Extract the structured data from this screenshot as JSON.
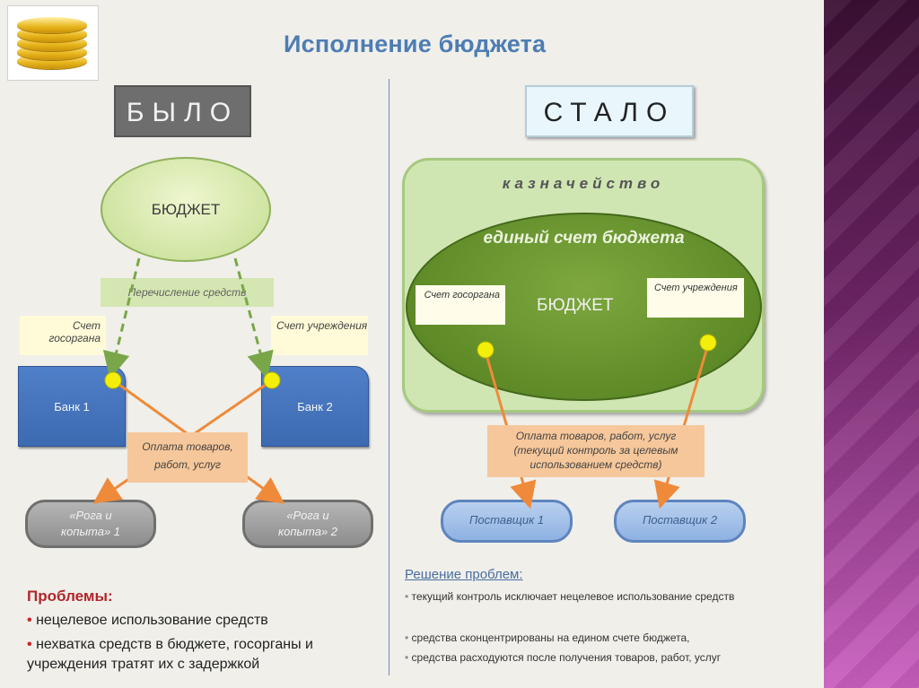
{
  "title": "Исполнение бюджета",
  "left": {
    "badge": "БЫЛО",
    "budget": "БЮДЖЕТ",
    "transfer": "Перечисление средств",
    "account_gov": "Счет госоргана",
    "account_inst": "Счет учреждения",
    "bank1": "Банк 1",
    "bank2": "Банк 2",
    "payment": "Оплата товаров, работ, услуг",
    "vendor1": "«Рога и копыта» 1",
    "vendor2": "«Рога и копыта» 2"
  },
  "right": {
    "badge": "СТАЛО",
    "treasury": "казначейство",
    "single_account": "единый счет бюджета",
    "budget": "БЮДЖЕТ",
    "account_gov": "Счет госоргана",
    "account_inst": "Счет учреждения",
    "payment": "Оплата товаров, работ, услуг (текущий контроль за целевым использованием средств)",
    "supplier1": "Поставщик 1",
    "supplier2": "Поставщик 2"
  },
  "problems": {
    "heading": "Проблемы:",
    "items": [
      "нецелевое использование средств",
      "нехватка средств в бюджете, госорганы и учреждения тратят их с задержкой"
    ]
  },
  "solutions": {
    "heading": "Решение проблем:",
    "items": [
      "текущий контроль исключает нецелевое использование средств",
      "средства сконцентрированы на едином счете бюджета,",
      "средства расходуются после получения товаров, работ, услуг"
    ]
  }
}
